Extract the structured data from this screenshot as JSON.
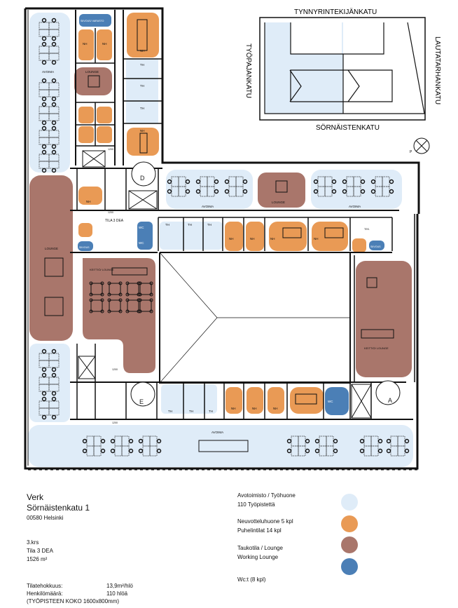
{
  "colors": {
    "open_office": "#dfecf8",
    "meeting": "#e99a55",
    "lounge": "#a9766b",
    "wc": "#4b7fb6"
  },
  "streets": {
    "north": "TYNNYRINTEKIJÄNKATU",
    "south": "SÖRNÄISTENKATU",
    "west": "TYÖPAJANKATU",
    "east": "LAUTATARHANKATU"
  },
  "compass": {
    "label": "P"
  },
  "plan_labels": {
    "storage": "SIIVOUS/ VARASTO",
    "avoima": "AVOIMA",
    "lounge": "LOUNGE",
    "nh": "NH",
    "th": "TH",
    "wc": "WC",
    "siivous": "SIIVOUS",
    "keittio_lounge": "KEITTIÖ/ LOUNGE",
    "tila": "TILA 3 DEA",
    "stair_d": "D",
    "stair_e": "E",
    "stair_a": "A",
    "door_width": "1200",
    "tek": "TEK."
  },
  "info": {
    "company": "Verk",
    "street": "Sörnäistenkatu 1",
    "postal": "00580 Helsinki",
    "floor": "3.krs",
    "space": "Tila 3 DEA",
    "area": "1526 m²",
    "stats": [
      {
        "label": "Tilatehokkuus:",
        "value": "13,9m²/hlö"
      },
      {
        "label": "Henkilömäärä:",
        "value": "110 hlöä"
      }
    ],
    "note": "(TYÖPISTEEN KOKO 1600x800mm)"
  },
  "legend": [
    {
      "line1": "Avotoimisto / Työhuone",
      "line2": "110 Työpistettä",
      "color": "#dfecf8"
    },
    {
      "line1": "Neuvotteluhuone 5 kpl",
      "line2": "Puhelintilat 14 kpl",
      "color": "#e99a55"
    },
    {
      "line1": "Taukotila / Lounge",
      "line2": "Working Lounge",
      "color": "#a9766b"
    },
    {
      "line1": "Wc:t (8 kpl)",
      "line2": "",
      "color": "#4b7fb6"
    }
  ]
}
